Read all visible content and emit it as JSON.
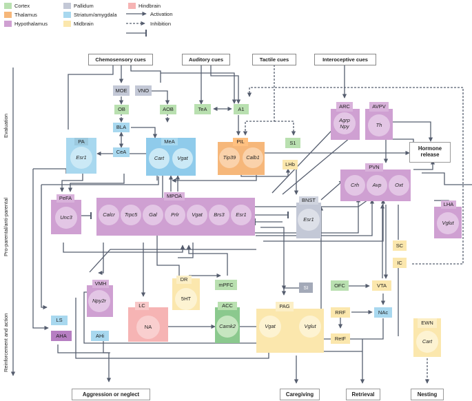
{
  "legend": {
    "cortex": "Cortex",
    "thalamus": "Thalamus",
    "hypothalamus": "Hypothalamus",
    "pallidum": "Pallidum",
    "striatum": "Striatum/amygdala",
    "midbrain": "Midbrain",
    "hindbrain": "Hindbrain",
    "activation": "Activation",
    "inhibition": "Inhibition"
  },
  "colors": {
    "cortex": "#b9e0b0",
    "thalamus": "#f6b77a",
    "hypothalamus": "#cfa0d2",
    "pallidum": "#c3c8d6",
    "striatum": "#a8d8ef",
    "midbrain": "#fbe7ad",
    "hindbrain": "#f6b4b4",
    "line": "#555d6e"
  },
  "stages": {
    "evaluation": "Evaluation",
    "pro": "Pro-parental/anti-parental",
    "reinforcement": "Reinforcement and action"
  },
  "cues": {
    "chemo": "Chemosensory cues",
    "auditory": "Auditory cues",
    "tactile": "Tactile cues",
    "interoceptive": "Interoceptive cues"
  },
  "regions": {
    "moe": "MOE",
    "vno": "VNO",
    "ob": "OB",
    "aob": "AOB",
    "bla": "BLA",
    "tea": "TeA",
    "a1": "A1",
    "s1": "S1",
    "pa": "PA",
    "mea": "MeA",
    "cea": "CeA",
    "pil": "PIL",
    "lhb": "LHb",
    "arc": "ARC",
    "avpv": "AVPV",
    "pvn": "PVN",
    "lha": "LHA",
    "pefa": "PeFA",
    "mpoa": "MPOA",
    "bnst": "BNST",
    "vmh": "VMH",
    "dr": "DR",
    "mpfc": "mPFC",
    "si": "SI",
    "ofc": "OFC",
    "vta": "VTA",
    "sc": "SC",
    "ic": "IC",
    "lc": "LC",
    "acc": "ACC",
    "pag": "PAG",
    "rrf": "RRF",
    "nac": "NAc",
    "retf": "RetF",
    "ls": "LS",
    "aha": "AHA",
    "ahi": "AHi",
    "ewn": "EWN"
  },
  "genes": {
    "pa_esr1": "Esr1",
    "mea_cart": "Cart",
    "mea_vgat": "Vgat",
    "pil_tip39": "Tip39",
    "pil_calb1": "Calb1",
    "arc_agrp": "Agrp",
    "arc_npy": "Npy",
    "avpv_th": "Th",
    "pvn_crh": "Crh",
    "pvn_avp": "Avp",
    "pvn_oxt": "Oxt",
    "lha_vglut": "Vglut",
    "pefa_unc3": "Unc3",
    "mpoa_calcr": "Calcr",
    "mpoa_trpc5": "Trpc5",
    "mpoa_gal": "Gal",
    "mpoa_prlr": "Prlr",
    "mpoa_vgat": "Vgat",
    "mpoa_brs3": "Brs3",
    "mpoa_esr1": "Esr1",
    "bnst_esr1": "Esr1",
    "vmh_npy2r": "Npy2r",
    "dr_5ht": "5HT",
    "lc_na": "NA",
    "acc_camk2": "Camk2",
    "pag_vgat": "Vgat",
    "pag_vglut": "Vglut",
    "ewn_cart": "Cart"
  },
  "hormone": "Hormone release",
  "outputs": {
    "aggression": "Aggression or neglect",
    "caregiving": "Caregiving",
    "retrieval": "Retrieval",
    "nesting": "Nesting"
  }
}
